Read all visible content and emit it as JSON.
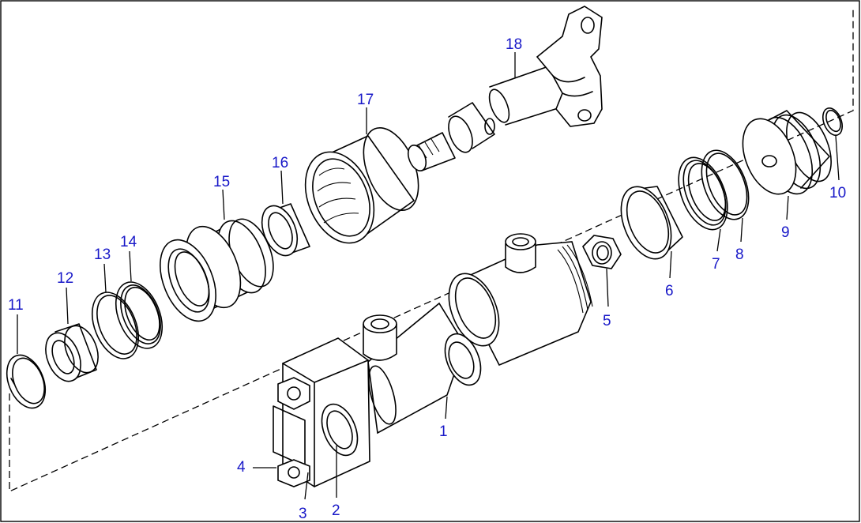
{
  "diagram": {
    "type": "exploded-parts-view",
    "label_color": "#1818c8",
    "line_color": "#000000",
    "background": "#ffffff"
  },
  "callouts": [
    {
      "id": "c1",
      "text": "1"
    },
    {
      "id": "c2",
      "text": "2"
    },
    {
      "id": "c3",
      "text": "3"
    },
    {
      "id": "c4",
      "text": "4"
    },
    {
      "id": "c5",
      "text": "5"
    },
    {
      "id": "c6",
      "text": "6"
    },
    {
      "id": "c7",
      "text": "7"
    },
    {
      "id": "c8",
      "text": "8"
    },
    {
      "id": "c9",
      "text": "9"
    },
    {
      "id": "c10",
      "text": "10"
    },
    {
      "id": "c11",
      "text": "11"
    },
    {
      "id": "c12",
      "text": "12"
    },
    {
      "id": "c13",
      "text": "13"
    },
    {
      "id": "c14",
      "text": "14"
    },
    {
      "id": "c15",
      "text": "15"
    },
    {
      "id": "c16",
      "text": "16"
    },
    {
      "id": "c17",
      "text": "17"
    },
    {
      "id": "c18",
      "text": "18"
    }
  ]
}
